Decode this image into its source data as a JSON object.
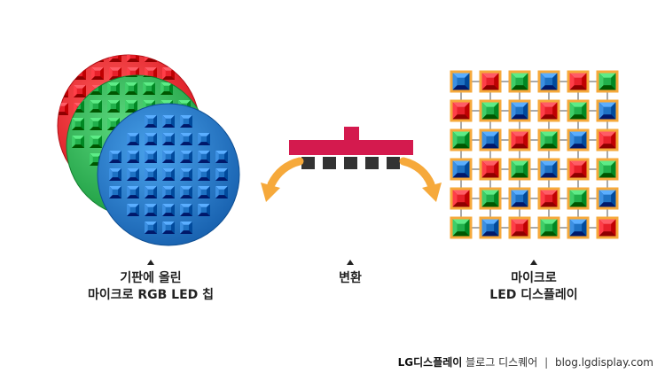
{
  "captions": {
    "left_line1": "기판에 올린",
    "left_line2": "마이크로 RGB LED 칩",
    "middle": "변환",
    "right_line1": "마이크로",
    "right_line2": "LED 디스플레이"
  },
  "footer": {
    "brand": "LG디스플레이",
    "blog": "블로그 디스퀘어",
    "separator": "|",
    "url": "blog.lgdisplay.com"
  },
  "colors": {
    "red": "#e8202a",
    "green": "#21b04b",
    "blue": "#1e72c4",
    "transfer_head": "#d41a4e",
    "arrow": "#f6a93b",
    "panel_frame": "#f6a93b",
    "chip_dark": "#333333"
  },
  "pixel_grid_pattern": [
    [
      "B",
      "R",
      "G",
      "B",
      "R",
      "G"
    ],
    [
      "R",
      "G",
      "B",
      "R",
      "G",
      "B"
    ],
    [
      "G",
      "B",
      "R",
      "G",
      "B",
      "R"
    ],
    [
      "B",
      "R",
      "G",
      "B",
      "R",
      "G"
    ],
    [
      "R",
      "G",
      "B",
      "R",
      "G",
      "B"
    ],
    [
      "G",
      "B",
      "R",
      "G",
      "B",
      "R"
    ]
  ]
}
